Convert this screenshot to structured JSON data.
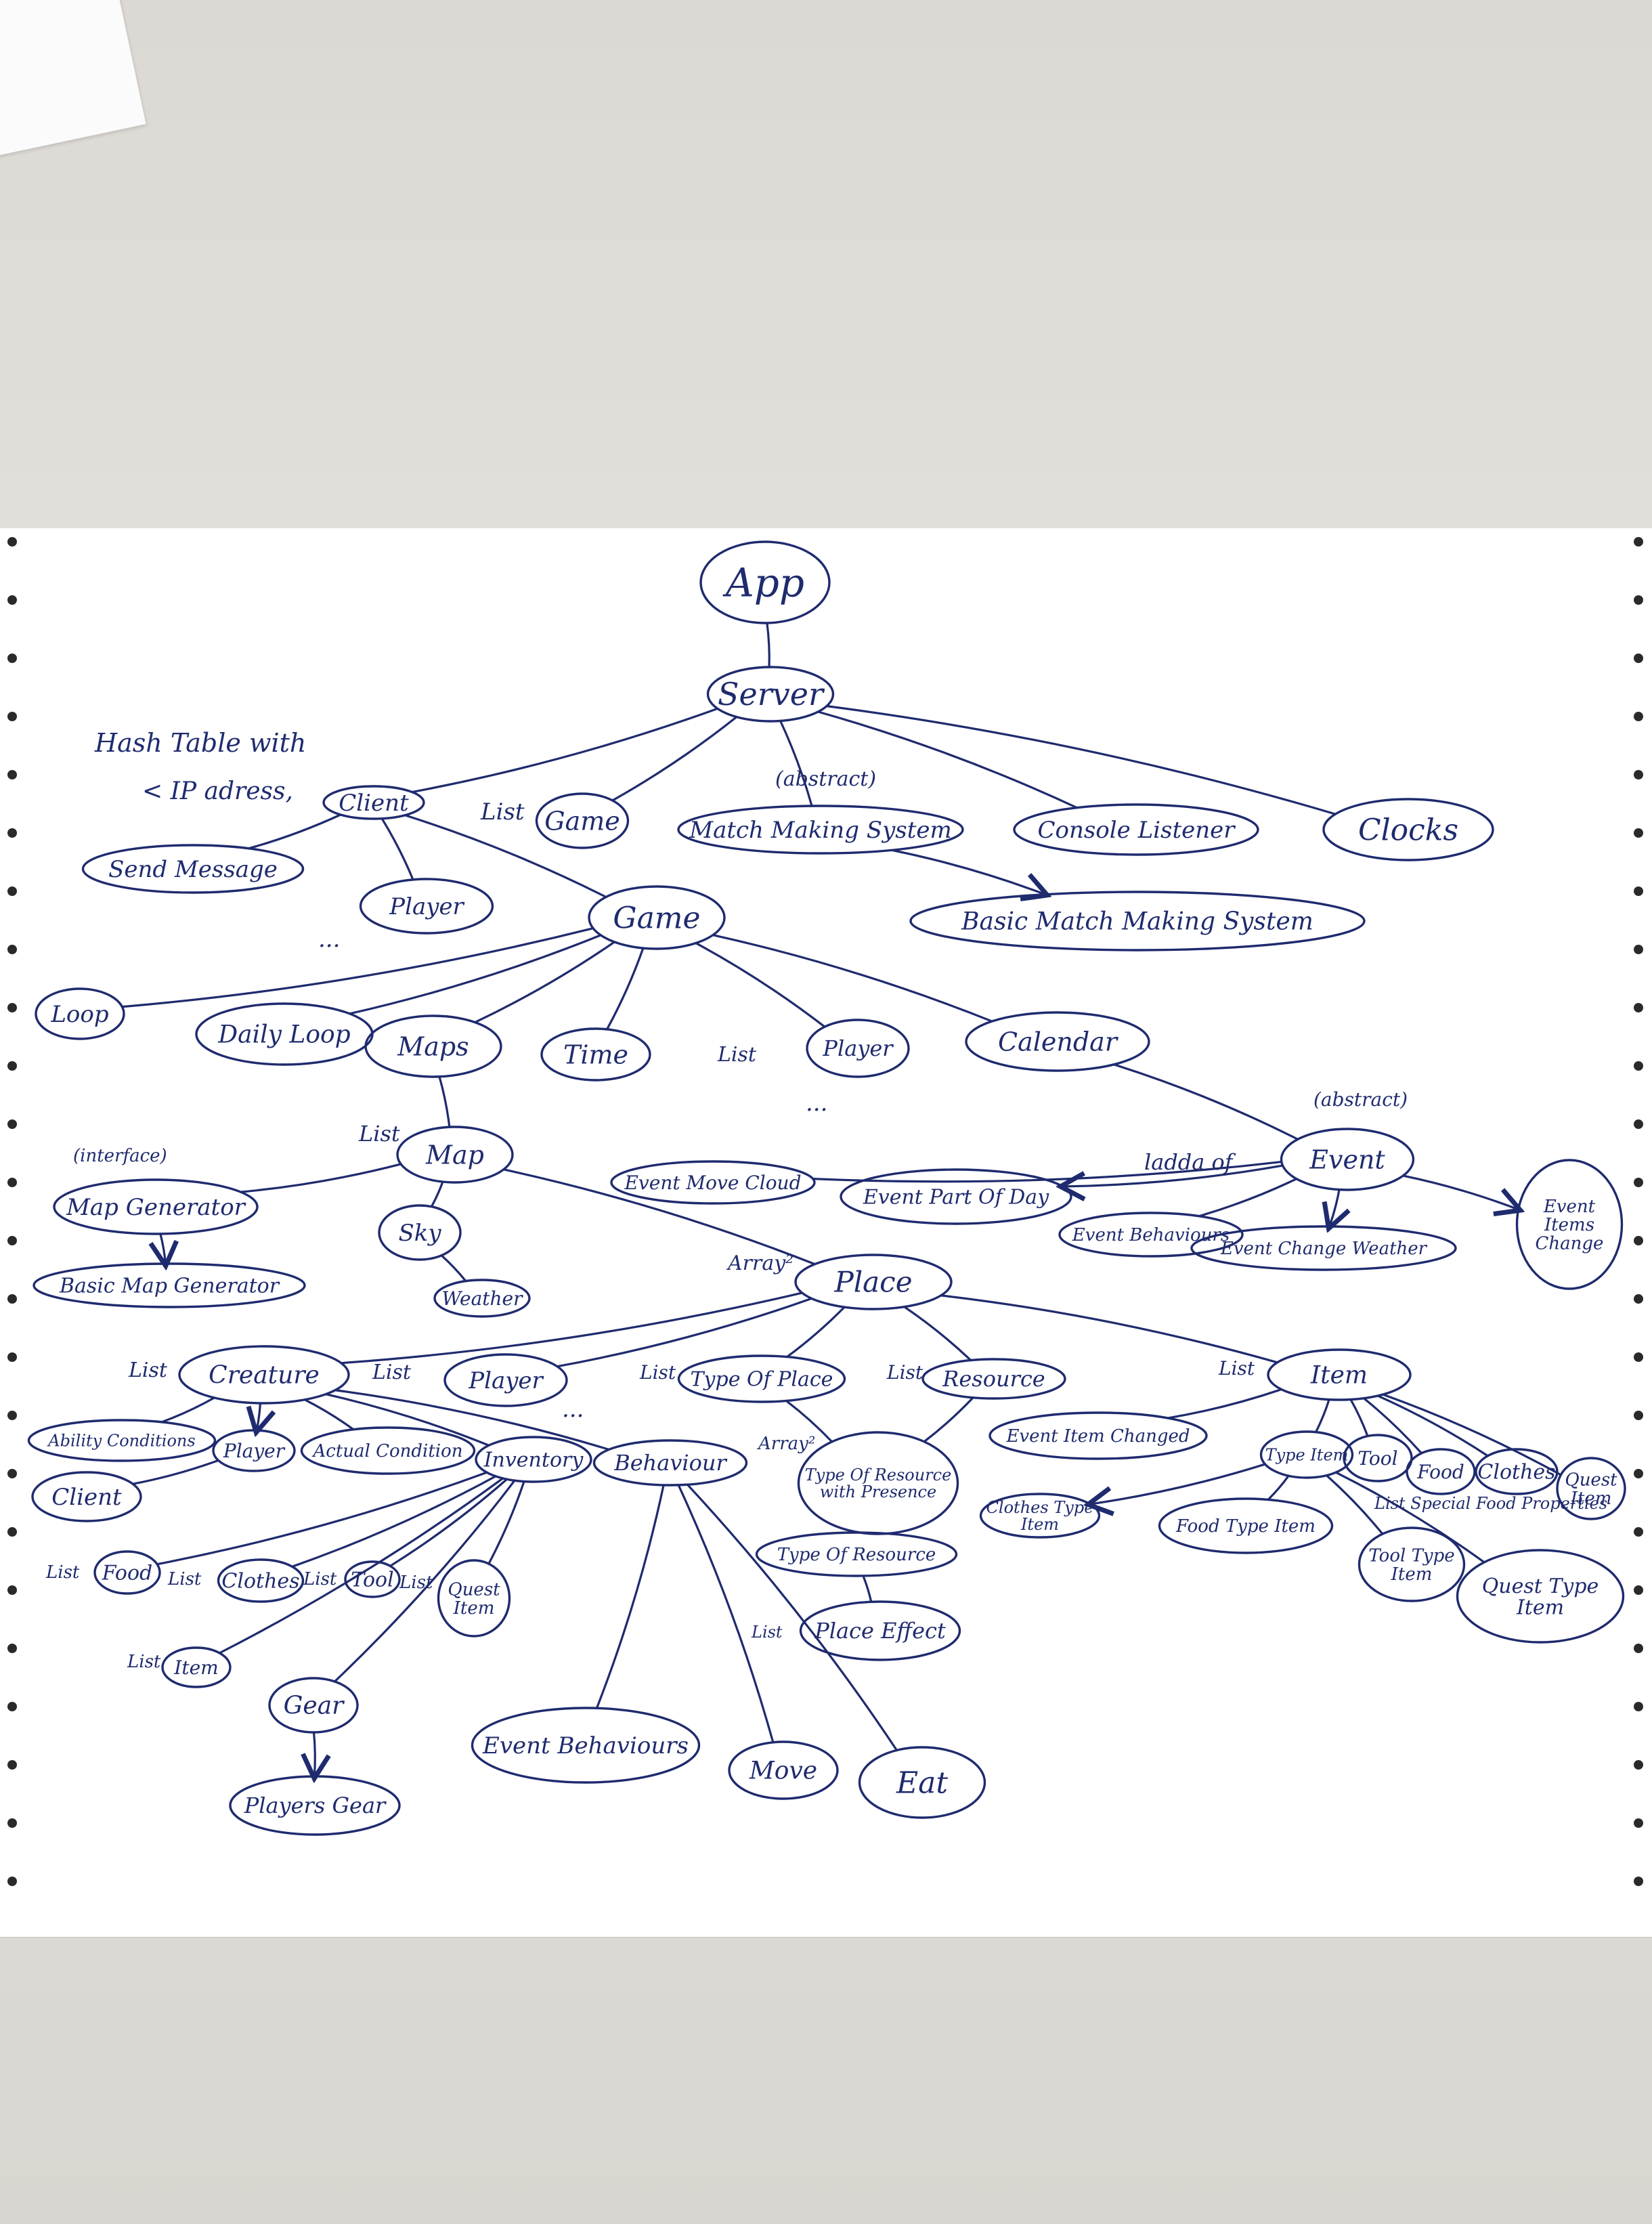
{
  "nodes": [
    {
      "id": "app",
      "label": "App",
      "size": 58
    },
    {
      "id": "server",
      "label": "Server",
      "size": 46
    },
    {
      "id": "client",
      "label": "Client",
      "size": 34
    },
    {
      "id": "game_list",
      "label": "Game",
      "size": 38
    },
    {
      "id": "mms",
      "label": "Match Making System",
      "size": 34
    },
    {
      "id": "console",
      "label": "Console Listener",
      "size": 34
    },
    {
      "id": "clocks",
      "label": "Clocks",
      "size": 44
    },
    {
      "id": "basic_mms",
      "label": "Basic Match Making System",
      "size": 36
    },
    {
      "id": "send_msg",
      "label": "Send Message",
      "size": 34
    },
    {
      "id": "player_c",
      "label": "Player",
      "size": 34
    },
    {
      "id": "game",
      "label": "Game",
      "size": 44
    },
    {
      "id": "loop",
      "label": "Loop",
      "size": 34
    },
    {
      "id": "daily",
      "label": "Daily Loop",
      "size": 36
    },
    {
      "id": "maps",
      "label": "Maps",
      "size": 38
    },
    {
      "id": "time",
      "label": "Time",
      "size": 38
    },
    {
      "id": "player_g",
      "label": "Player",
      "size": 32
    },
    {
      "id": "calendar",
      "label": "Calendar",
      "size": 38
    },
    {
      "id": "map",
      "label": "Map",
      "size": 38
    },
    {
      "id": "event",
      "label": "Event",
      "size": 38
    },
    {
      "id": "ev_move",
      "label": "Event Move Cloud",
      "size": 28
    },
    {
      "id": "ev_part",
      "label": "Event Part Of Day",
      "size": 30
    },
    {
      "id": "ev_beh",
      "label": "Event Behaviours",
      "size": 26
    },
    {
      "id": "ev_weather",
      "label": "Event Change Weather",
      "size": 26
    },
    {
      "id": "ev_items",
      "label": "Event Items Change",
      "size": 26
    },
    {
      "id": "mapgen",
      "label": "Map Generator",
      "size": 34
    },
    {
      "id": "sky",
      "label": "Sky",
      "size": 34
    },
    {
      "id": "basic_mapgen",
      "label": "Basic Map Generator",
      "size": 30
    },
    {
      "id": "weather",
      "label": "Weather",
      "size": 28
    },
    {
      "id": "place",
      "label": "Place",
      "size": 42
    },
    {
      "id": "creature",
      "label": "Creature",
      "size": 36
    },
    {
      "id": "player_p",
      "label": "Player",
      "size": 34
    },
    {
      "id": "typeofplace",
      "label": "Type Of Place",
      "size": 30
    },
    {
      "id": "resource",
      "label": "Resource",
      "size": 32
    },
    {
      "id": "item",
      "label": "Item",
      "size": 36
    },
    {
      "id": "ability",
      "label": "Ability Conditions",
      "size": 24
    },
    {
      "id": "player_cr",
      "label": "Player",
      "size": 28
    },
    {
      "id": "actual",
      "label": "Actual Condition",
      "size": 26
    },
    {
      "id": "inventory",
      "label": "Inventory",
      "size": 30
    },
    {
      "id": "behaviour",
      "label": "Behaviour",
      "size": 32
    },
    {
      "id": "client2",
      "label": "Client",
      "size": 34
    },
    {
      "id": "tor_wp",
      "label": "Type Of Resource with Presence",
      "size": 24
    },
    {
      "id": "ev_item_change",
      "label": "Event Item Changed",
      "size": 26
    },
    {
      "id": "type_item",
      "label": "Type Item",
      "size": 24
    },
    {
      "id": "tool",
      "label": "Tool",
      "size": 28
    },
    {
      "id": "food",
      "label": "Food",
      "size": 28
    },
    {
      "id": "clothes",
      "label": "Clothes",
      "size": 30
    },
    {
      "id": "quest_item",
      "label": "Quest Item",
      "size": 26
    },
    {
      "id": "food_inv",
      "label": "Food",
      "size": 30
    },
    {
      "id": "clothes_inv",
      "label": "Clothes",
      "size": 30
    },
    {
      "id": "tool_inv",
      "label": "Tool",
      "size": 30
    },
    {
      "id": "quest_inv",
      "label": "Quest Item",
      "size": 26
    },
    {
      "id": "tor",
      "label": "Type Of Resource",
      "size": 26
    },
    {
      "id": "clothes_type",
      "label": "Clothes Type Item",
      "size": 24
    },
    {
      "id": "food_type",
      "label": "Food Type Item",
      "size": 26
    },
    {
      "id": "tool_type",
      "label": "Tool Type Item",
      "size": 26
    },
    {
      "id": "quest_type",
      "label": "Quest Type Item",
      "size": 30
    },
    {
      "id": "place_effect",
      "label": "Place Effect",
      "size": 32
    },
    {
      "id": "item_inv",
      "label": "Item",
      "size": 28
    },
    {
      "id": "gear",
      "label": "Gear",
      "size": 36
    },
    {
      "id": "ev_beh2",
      "label": "Event Behaviours",
      "size": 34
    },
    {
      "id": "move",
      "label": "Move",
      "size": 36
    },
    {
      "id": "eat",
      "label": "Eat",
      "size": 44
    },
    {
      "id": "players_gear",
      "label": "Players Gear",
      "size": 32
    }
  ],
  "annotations": {
    "hashtable": "Hash Table with",
    "ipaddress": "< IP adress,",
    "list": "List",
    "abstract": "(abstract)",
    "interface": "(interface)",
    "ladder_of": "ladda of",
    "array2": "Array²",
    "list_special_food": "List Special Food Properties",
    "ellipsis": "..."
  }
}
